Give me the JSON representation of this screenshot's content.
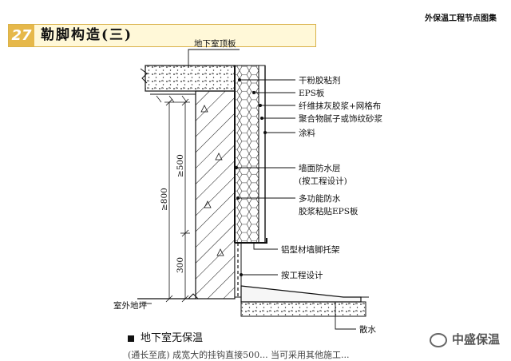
{
  "header": {
    "label": "外保温工程节点图集"
  },
  "title": {
    "number": "27",
    "text": "勒脚构造(三)"
  },
  "labels": {
    "roof_slab": "地下室顶板",
    "adhesive": "干粉胶粘剂",
    "eps_board": "EPS板",
    "fiber_mortar": "纤维抹灰胶浆+网格布",
    "putty": "聚合物腻子或饰纹砂浆",
    "paint": "涂料",
    "waterproof_1": "墙面防水层",
    "waterproof_2": "(按工程设计)",
    "multi_1": "多功能防水",
    "multi_2": "胶浆粘贴EPS板",
    "bracket": "铝型材墙脚托架",
    "per_design": "按工程设计",
    "ground": "室外地坪",
    "apron": "散水"
  },
  "dimensions": {
    "d500": "≥500",
    "d800": "≥800",
    "d300": "300"
  },
  "caption": "地下室无保温",
  "cut_text": "(通长至底) 成宽大的挂钩直接500... 当可采用其他施工...",
  "watermark": "中盛保温"
}
